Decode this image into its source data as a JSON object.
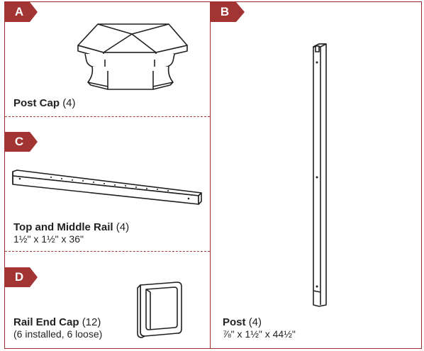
{
  "panels": {
    "a": {
      "letter": "A",
      "name": "Post Cap",
      "qty": "(4)"
    },
    "b": {
      "letter": "B",
      "name": "Post",
      "qty": "(4)",
      "dims": "⅞\" x 1½\" x 44½\""
    },
    "c": {
      "letter": "C",
      "name": "Top and Middle Rail",
      "qty": "(4)",
      "dims": "1½\" x 1½\" x 36\""
    },
    "d": {
      "letter": "D",
      "name": "Rail End Cap",
      "qty": "(12)",
      "dims": "(6 installed, 6 loose)"
    }
  },
  "colors": {
    "tab": "#a23434",
    "border": "#9a2e2e",
    "text": "#231f20"
  },
  "icons": [
    "post-cap-drawing",
    "post-drawing",
    "rail-drawing",
    "rail-end-cap-drawing"
  ]
}
